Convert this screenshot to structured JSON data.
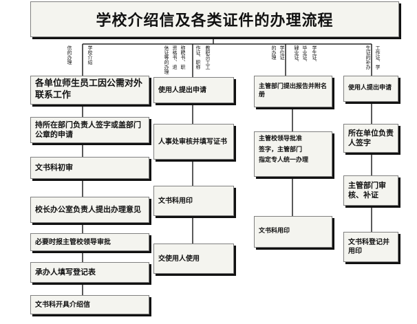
{
  "title": "学校介绍信及各类证件的办理流程",
  "colors": {
    "box_fill": "#f4f4ef",
    "box_border": "#7f7f7f",
    "shadow": "#111111",
    "wire": "#222222",
    "text": "#111111"
  },
  "columns": [
    {
      "heading": [
        "信的办理",
        "学校介绍"
      ],
      "steps": [
        "各单位师生员工因公需对外联系工作",
        "持所在部门负责人签字或盖部门公章的申请",
        "文书科初审",
        "校长办公室负责人提出办理意见",
        "必要时报主管校领导审批",
        "承办人填写登记表",
        "文书科开具介绍信"
      ]
    },
    {
      "heading": [
        "休证等的办理",
        "资格书、退",
        "称聘书、职",
        "作证、职称",
        "教职员工工"
      ],
      "steps": [
        "使用人提出申请",
        "人事处审核并填写证书",
        "文书科用印",
        "交使用人使用"
      ]
    },
    {
      "heading": [
        "的办理",
        "学位证",
        "肄业证、",
        "毕业证、",
        "学生证、"
      ],
      "steps": [
        "主管部门提出报告并附名册",
        {
          "lines": [
            "主管校领导批准",
            "签字，主管部门",
            "指定专人统一办理"
          ]
        },
        "文书科用印"
      ]
    },
    {
      "heading": [
        "生证的补办",
        "工作证、学"
      ],
      "steps": [
        "使用人提出申请",
        "所在单位负责人签字",
        "主管部门审核、补证",
        "文书科登记并用印"
      ]
    }
  ]
}
